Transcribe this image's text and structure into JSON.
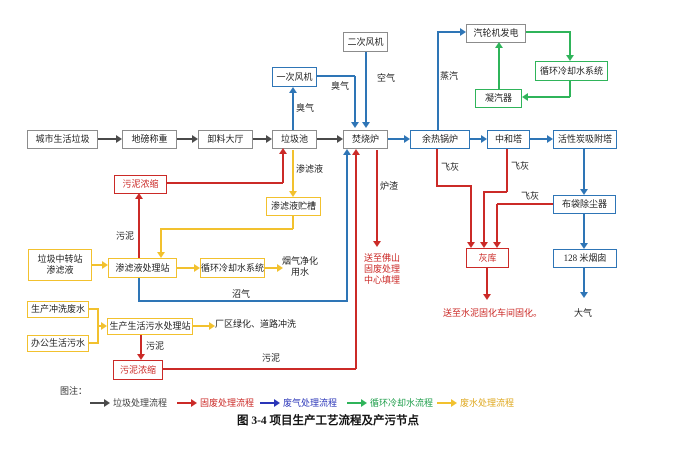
{
  "figure": {
    "caption": "图 3-4 项目生产工艺流程及产污节点"
  },
  "legend": {
    "title": "图注：",
    "items": [
      {
        "label": "垃圾处理流程",
        "color": "#4a4a4a"
      },
      {
        "label": "固废处理流程",
        "color": "#cb2a27"
      },
      {
        "label": "废气处理流程",
        "color": "#2a35b8"
      },
      {
        "label": "循环冷却水流程",
        "color": "#2fb45a"
      },
      {
        "label": "废水处理流程",
        "color": "#e0a81f"
      }
    ]
  },
  "colors": {
    "garbage_flow": "#4a4a4a",
    "solid_waste_flow": "#cb2a27",
    "gas_flow": "#2e75b6",
    "cooling_flow": "#2fb45a",
    "wastewater_flow": "#f2c12e",
    "gray_box_border": "#8c8c8c"
  },
  "nodes": {
    "city_waste": "城市生活垃圾",
    "weighbridge": "地磅称重",
    "unloading_hall": "卸料大厅",
    "waste_pit": "垃圾池",
    "incinerator": "焚烧炉",
    "waste_heat_boiler": "余热锅炉",
    "neutralization_tower": "中和塔",
    "carbon_tower": "活性炭吸附塔",
    "primary_fan": "一次风机",
    "secondary_fan": "二次风机",
    "turbine": "汽轮机发电",
    "cooling_water_top": "循环冷却水系统",
    "condenser": "凝汽器",
    "bag_filter": "布袋除尘器",
    "chimney": "128 米烟囱",
    "ash_silo": "灰库",
    "sludge_thickener_top": "污泥浓缩",
    "leachate_tank": "渗滤液贮槽",
    "leachate_station": "渗滤液处理站",
    "cooling_water_bottom": "循环冷却水系统",
    "transfer_leachate": "垃圾中转站\n渗滤液",
    "flush_wastewater": "生产冲洗废水",
    "office_sewage": "办公生活污水",
    "sewage_station": "生产生活污水处理站",
    "sludge_thickener_bottom": "污泥浓缩"
  },
  "labels": {
    "odor": "臭气",
    "air": "空气",
    "steam": "蒸汽",
    "leachate": "渗滤液",
    "slag": "炉渣",
    "fly_ash": "飞灰",
    "sludge": "污泥",
    "biogas": "沼气",
    "flue_gas_water": "烟气净化\n用水",
    "greening": "厂区绿化、道路冲洗",
    "foshan_landfill": "送至佛山\n固废处理\n中心填埋",
    "cement_solidify": "送至水泥固化车间固化。",
    "atmosphere": "大气"
  }
}
